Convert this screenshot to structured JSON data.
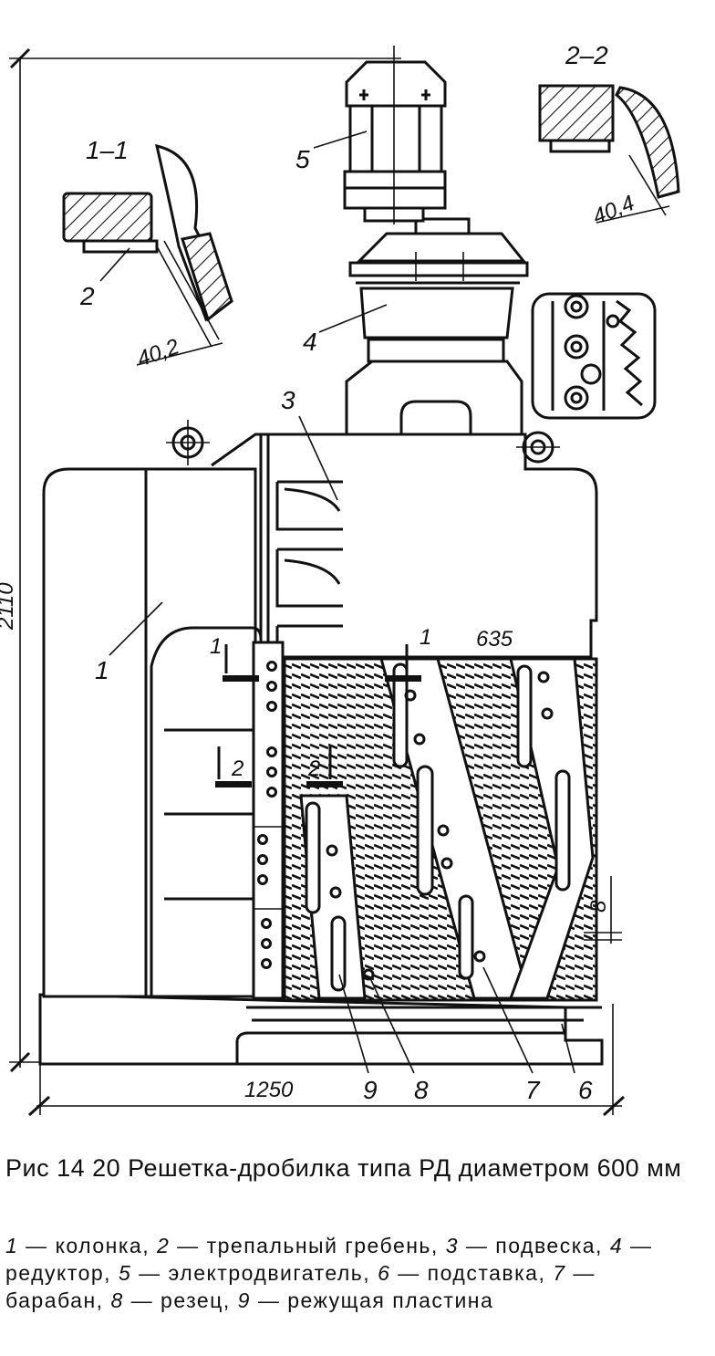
{
  "figure": {
    "caption": "Рис  14 20  Решетка-дробилка типа РД  диаметром 600 мм",
    "legend": [
      {
        "num": "1",
        "text": "колонка"
      },
      {
        "num": "2",
        "text": "трепальный гребень"
      },
      {
        "num": "3",
        "text": "подвеска"
      },
      {
        "num": "4",
        "text": "редуктор"
      },
      {
        "num": "5",
        "text": "электродвигатель"
      },
      {
        "num": "6",
        "text": "подставка"
      },
      {
        "num": "7",
        "text": "барабан"
      },
      {
        "num": "8",
        "text": "резец"
      },
      {
        "num": "9",
        "text": "режущая пластина"
      }
    ]
  },
  "drawing": {
    "section_labels": {
      "s11": "1–1",
      "s22": "2–2",
      "cut1": "1",
      "cut2": "2"
    },
    "dimensions": {
      "height": "2110",
      "width": "1250",
      "diameter": "635",
      "gap_left": "40,2",
      "gap_right": "40,4",
      "pitch": "8"
    },
    "part_numbers": [
      "1",
      "2",
      "3",
      "4",
      "5",
      "6",
      "7",
      "8",
      "9"
    ]
  }
}
